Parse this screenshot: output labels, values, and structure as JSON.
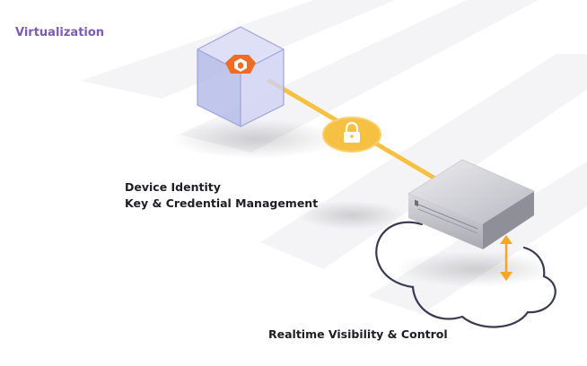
{
  "header": {
    "title": "Virtualization"
  },
  "labels": {
    "identity_line1": "Device Identity",
    "identity_line2": "Key & Credential Management",
    "realtime": "Realtime Visibility & Control"
  },
  "colors": {
    "title": "#7c5cb3",
    "accent_orange": "#f26b24",
    "connector_yellow": "#f6c043",
    "cube_lavender": "#b9bde8",
    "cloud_outline": "#3a3a52",
    "arrow_orange": "#f5a623",
    "text": "#1e1e26"
  },
  "icons": {
    "cube_emblem": "hexagon-logo-icon",
    "connector": "lock-icon",
    "device": "server-appliance-icon",
    "network": "cloud-outline-icon",
    "link": "bidirectional-arrow-icon"
  }
}
